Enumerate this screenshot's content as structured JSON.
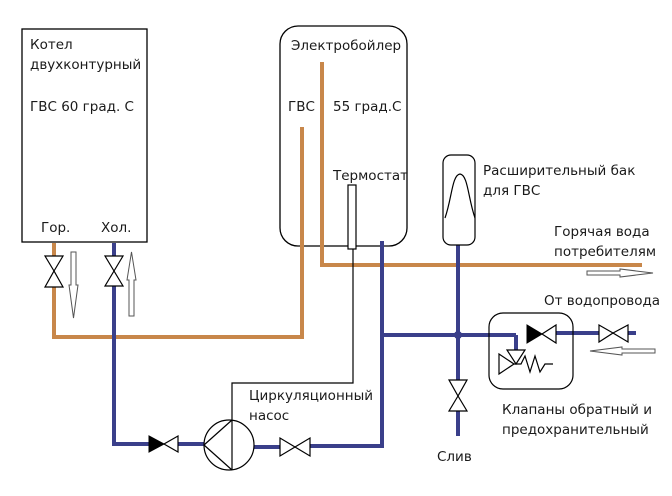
{
  "diagram": {
    "title": "Схема подключения электробойлера к двухконтурному котлу с рециркуляцией ГВС",
    "colors": {
      "hot_pipe": "#c8874a",
      "cold_pipe": "#3a3f8a",
      "outline": "#000000",
      "background": "#ffffff"
    },
    "boiler": {
      "line1": "Котел",
      "line2": "двухконтурный",
      "line3": "ГВС 60 град. С",
      "hot_outlet": "Гор.",
      "cold_inlet": "Хол."
    },
    "water_heater": {
      "title": "Электробойлер",
      "dhw_label": "ГВС",
      "temperature": "55 град.С",
      "thermostat": "Термостат"
    },
    "expansion_tank": {
      "line1": "Расширительный бак",
      "line2": "для ГВС"
    },
    "hot_water_out": {
      "line1": "Горячая вода",
      "line2": "потребителям"
    },
    "water_supply": {
      "label": "От водопровода"
    },
    "valves_group": {
      "line1": "Клапаны обратный и",
      "line2": "предохранительный"
    },
    "pump": {
      "line1": "Циркуляционный",
      "line2": "насос"
    },
    "drain": {
      "label": "Слив"
    }
  }
}
